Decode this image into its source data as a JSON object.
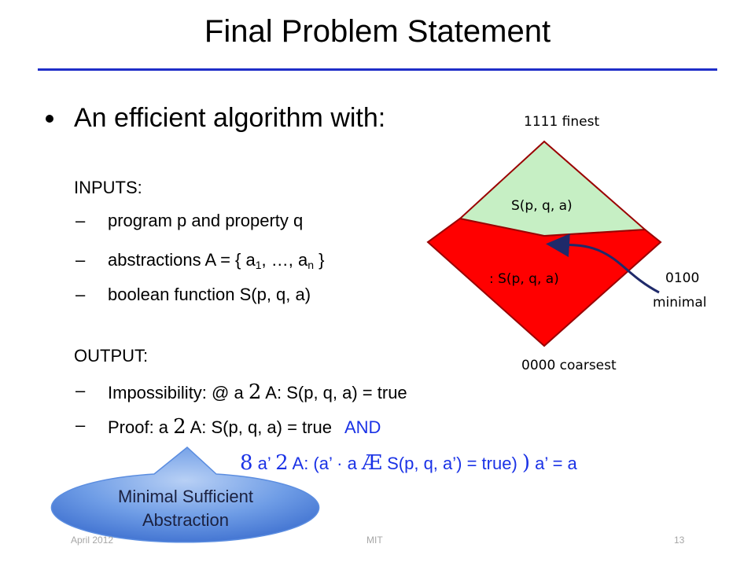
{
  "title": "Final Problem Statement",
  "bullet": "An efficient algorithm with:",
  "inputs_label": "INPUTS:",
  "inputs": {
    "item1": "program p and property q",
    "item2_pre": "abstractions A = { a",
    "item2_sub1": "1",
    "item2_mid": ", …, a",
    "item2_sub2": "n",
    "item2_post": " }",
    "item3": "boolean function S(p, q, a)"
  },
  "output_label": "OUTPUT:",
  "outputs": {
    "impossibility_pre": "Impossibility: ",
    "impossibility_sym1": "@",
    "impossibility_mid1": " a ",
    "impossibility_sym2": "2",
    "impossibility_post": " A: S(p, q, a) = true",
    "proof_pre": "Proof: a ",
    "proof_sym": "2",
    "proof_post": " A: S(p, q, a) = true",
    "proof_and": "AND",
    "cond_sym1": "8",
    "cond_t1": " a’ ",
    "cond_sym2": "2",
    "cond_t2": " A: (a’ ",
    "cond_sym3": "·",
    "cond_t3": " a ",
    "cond_sym4": "Æ",
    "cond_t4": " S(p, q, a’) = true) ",
    "cond_sym5": ")",
    "cond_t5": " a’ = a"
  },
  "diagram": {
    "top_label": "1111 finest",
    "bottom_label": "0000 coarsest",
    "green_region_label": "S(p, q, a)",
    "red_region_label": ": S(p, q, a)",
    "minimal_line1": "0100",
    "minimal_line2": "minimal",
    "green_color": "#c6efc4",
    "red_color": "#ff0000"
  },
  "callout": {
    "line1": "Minimal Sufficient",
    "line2": "Abstraction",
    "color": "#5b8de0"
  },
  "footer": {
    "date": "April 2012",
    "center": "MIT",
    "page": "13"
  }
}
